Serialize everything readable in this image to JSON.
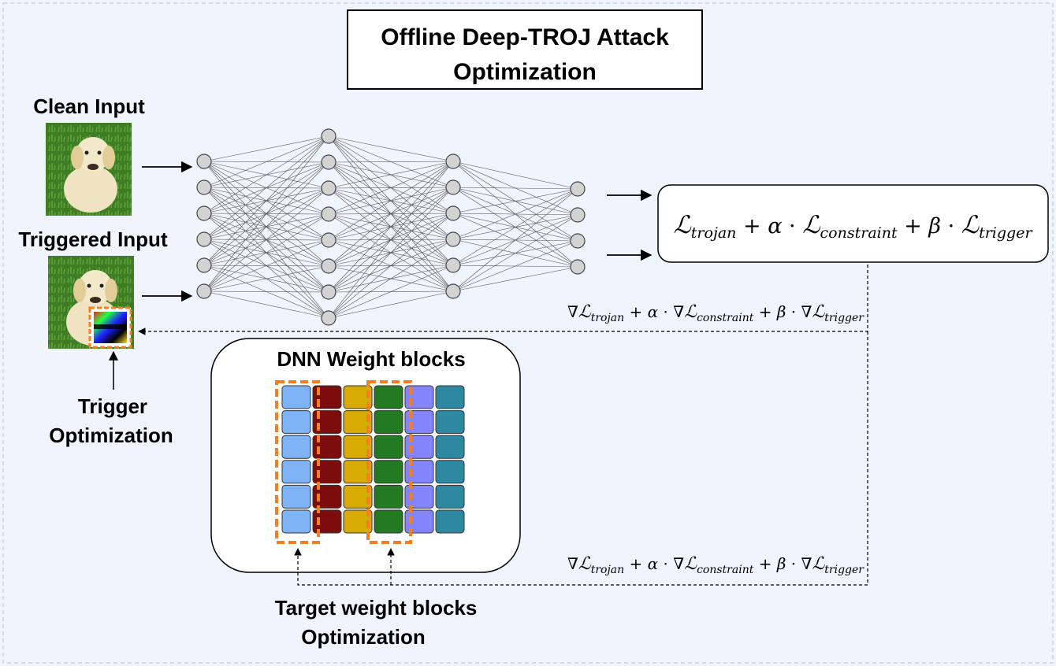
{
  "title": {
    "line1": "Offline Deep-TROJ Attack",
    "line2": "Optimization"
  },
  "inputs": {
    "clean_label": "Clean Input",
    "triggered_label": "Triggered Input"
  },
  "trigger_opt": {
    "line1": "Trigger",
    "line2": "Optimization"
  },
  "weight_blocks": {
    "title": "DNN Weight blocks",
    "column_colors": [
      "#7eb3f6",
      "#7d0c0c",
      "#d8aa04",
      "#237a23",
      "#8484fc",
      "#2c89a1"
    ],
    "rows": 6,
    "highlight_color": "#f57f20"
  },
  "target_opt": {
    "line1": "Target weight blocks",
    "line2": "Optimization"
  },
  "loss": {
    "trojan": "trojan",
    "constraint": "constraint",
    "trigger": "trigger",
    "alpha": "α",
    "beta": "β"
  },
  "network": {
    "layers": [
      6,
      8,
      6,
      4
    ]
  },
  "colors": {
    "background": "#f0f4fd",
    "node_fill": "#d3d3d3"
  }
}
